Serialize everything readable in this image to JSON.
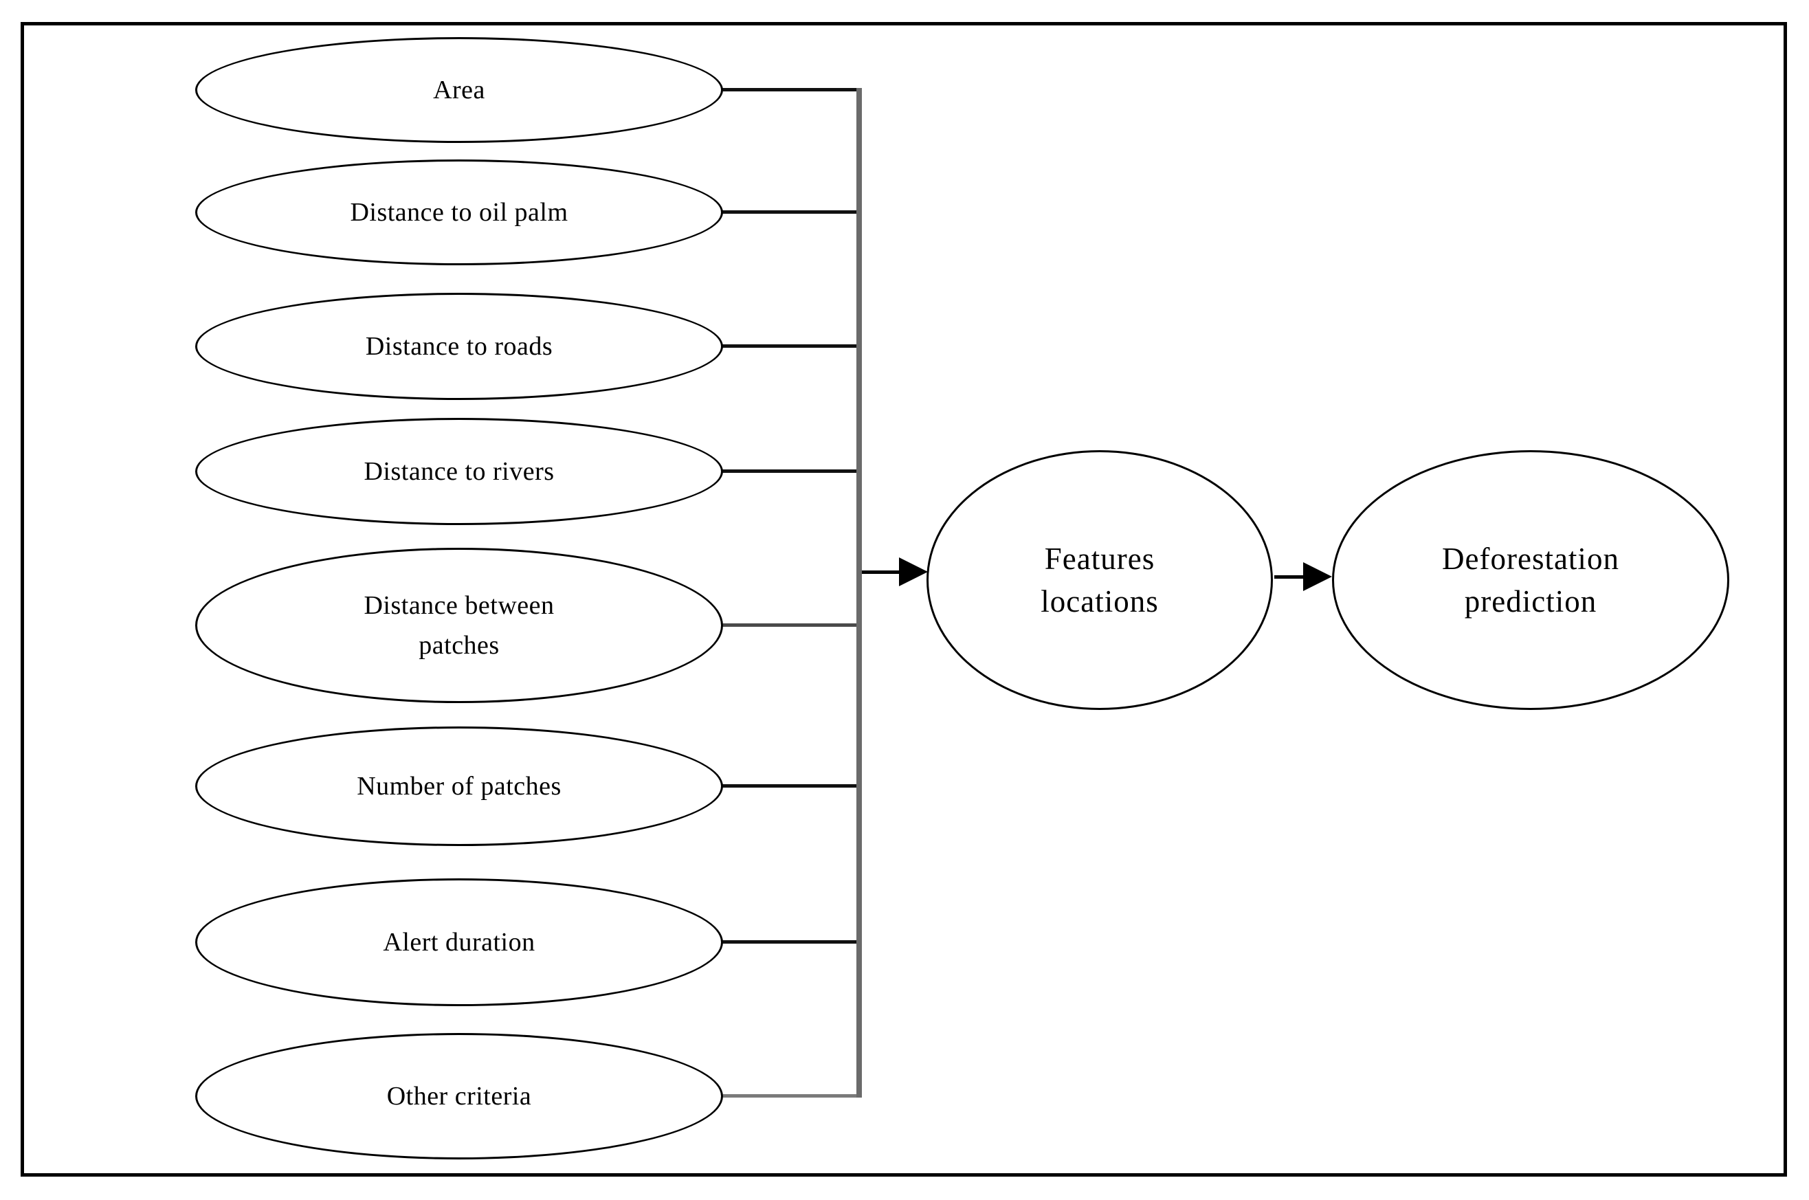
{
  "figure": {
    "type": "flow-diagram",
    "background_color": "#ffffff",
    "stroke_color": "#000000",
    "bus_line_color": "#6b6b6b",
    "input_nodes": [
      {
        "label": "Area"
      },
      {
        "label": "Distance to oil palm"
      },
      {
        "label": "Distance to roads"
      },
      {
        "label": "Distance to rivers"
      },
      {
        "label": "Distance between\npatches"
      },
      {
        "label": "Number of patches"
      },
      {
        "label": "Alert duration"
      },
      {
        "label": "Other criteria"
      }
    ],
    "process_node": {
      "label": "Features\nlocations"
    },
    "output_node": {
      "label": "Deforestation\nprediction"
    }
  }
}
